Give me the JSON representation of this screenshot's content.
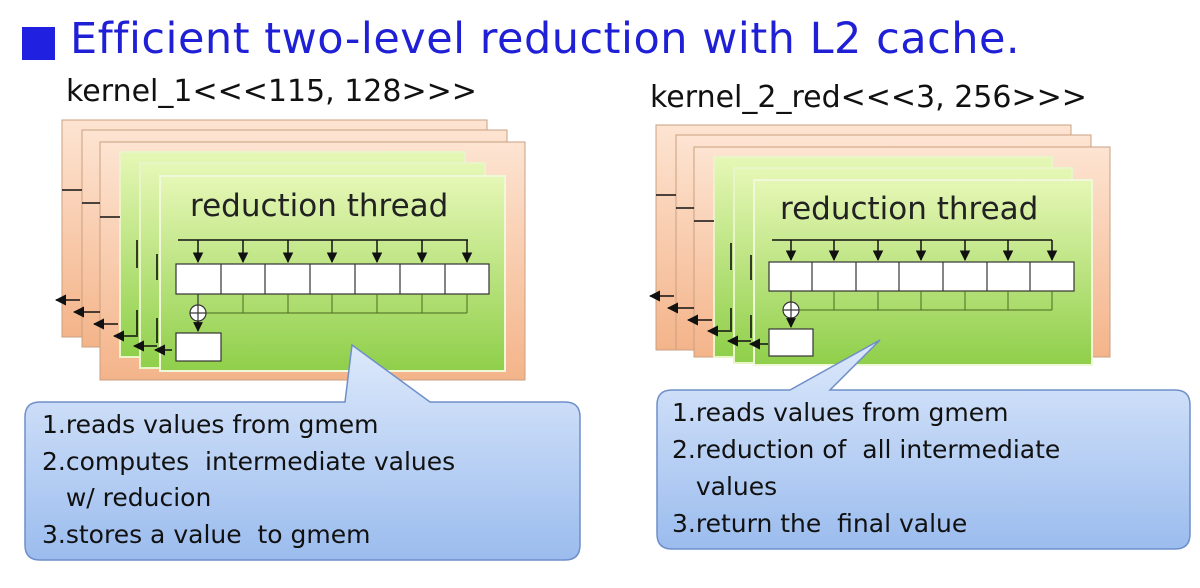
{
  "slide": {
    "title": "Efficient two-level reduction with L2 cache.",
    "title_color": "#1f1fd6"
  },
  "left": {
    "kernel_label": "kernel_1<<<115, 128>>>",
    "thread_label": "reduction thread",
    "callout_lines": [
      "1.reads values from gmem",
      "2.computes  intermediate values",
      "   w/ reducion",
      "3.stores a value  to gmem"
    ]
  },
  "right": {
    "kernel_label": "kernel_2_red<<<3, 256>>>",
    "thread_label": "reduction thread",
    "callout_lines": [
      "1.reads values from gmem",
      "2.reduction of  all intermediate",
      "   values",
      "3.return the  final value"
    ]
  },
  "colors": {
    "block_orange": "#f7c7a6",
    "block_green": "#c9ec8c",
    "callout_blue": "#c3d8f6"
  }
}
